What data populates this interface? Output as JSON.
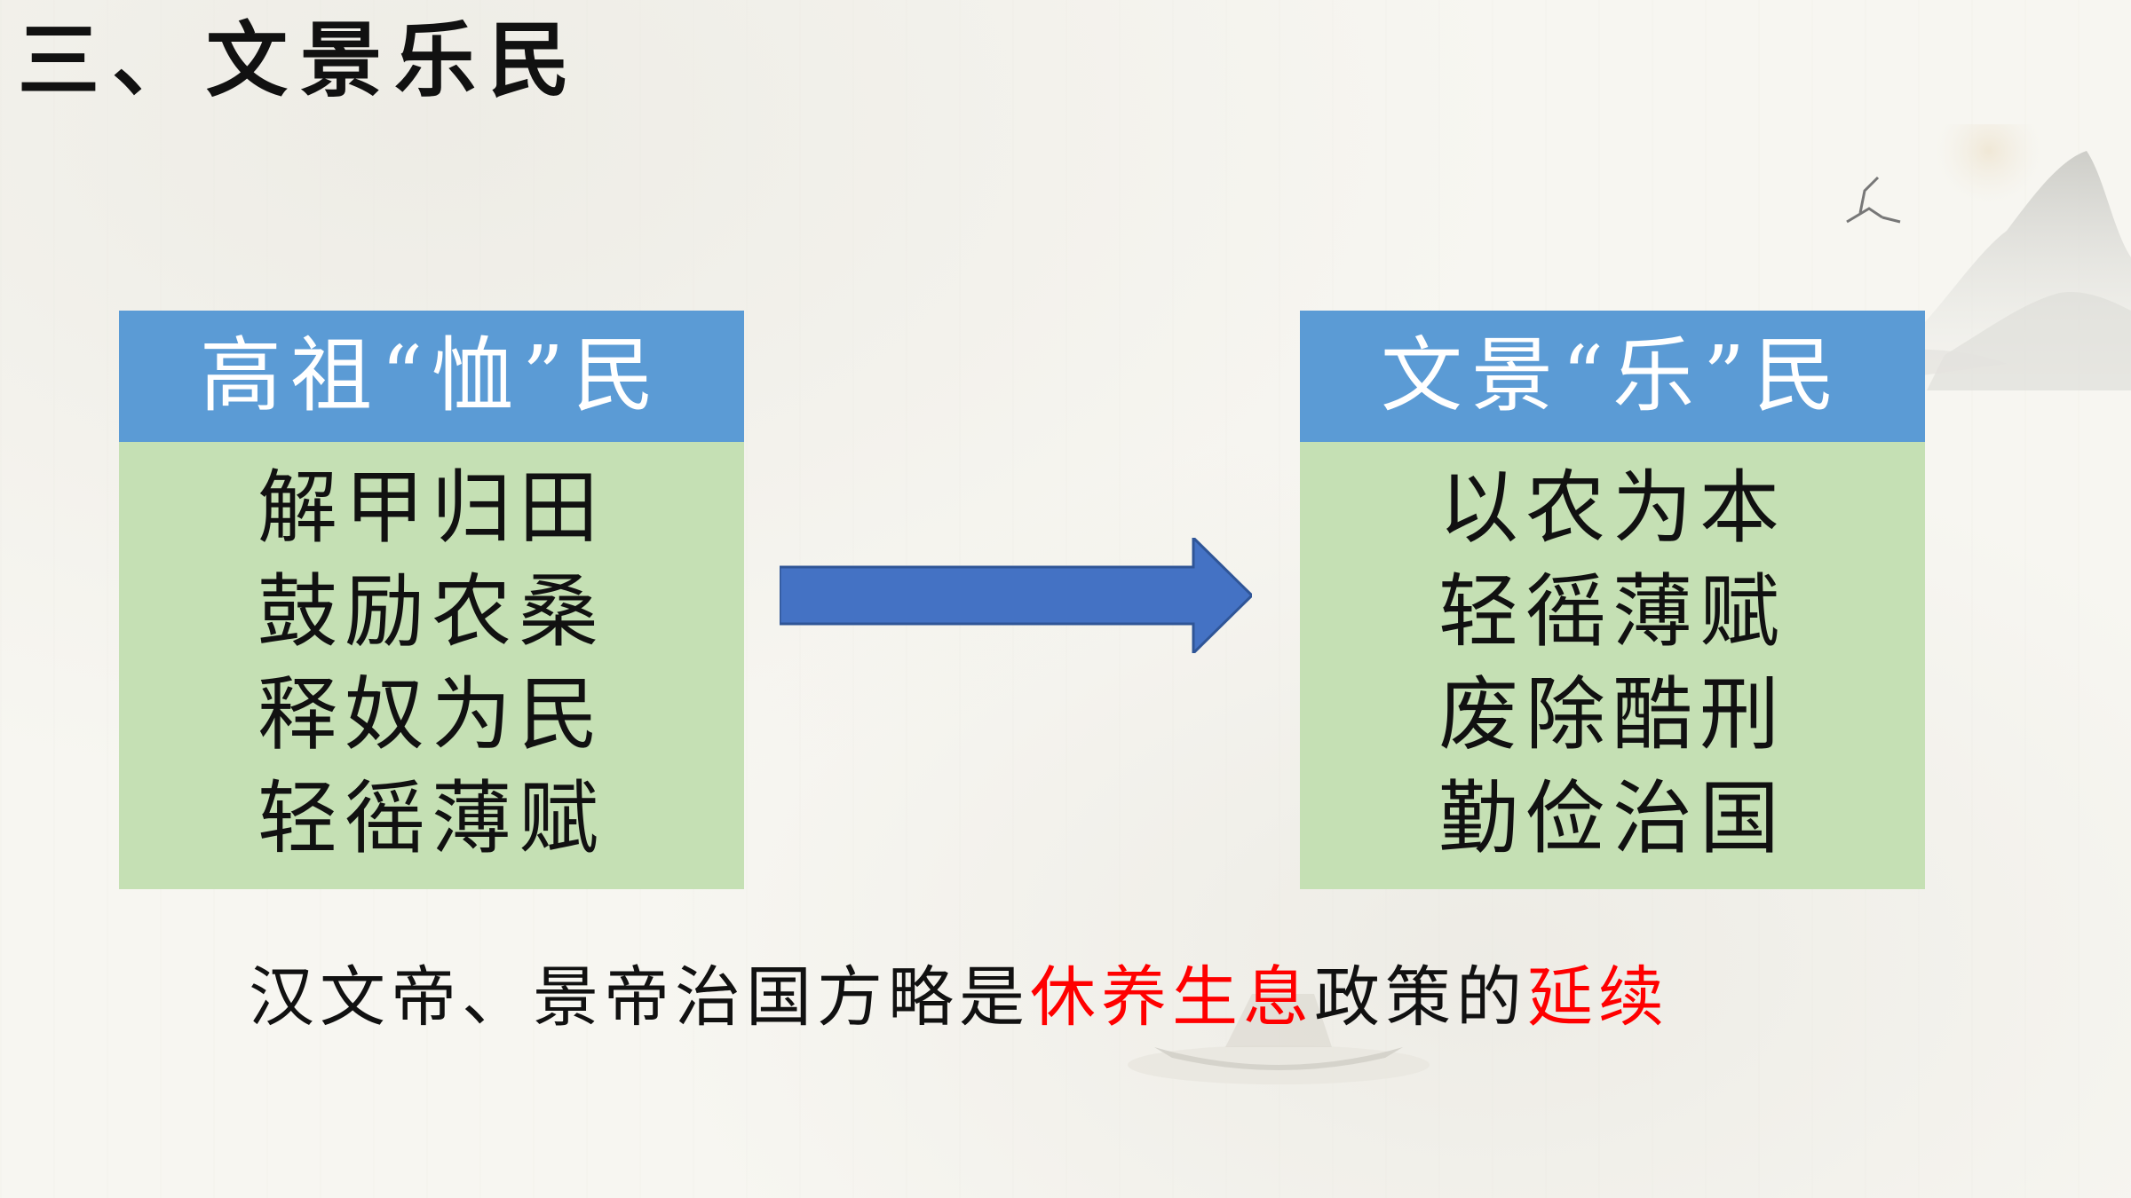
{
  "title": "三、文景乐民",
  "left_panel": {
    "header": "高祖“恤”民",
    "items": [
      "解甲归田",
      "鼓励农桑",
      "释奴为民",
      "轻徭薄赋"
    ]
  },
  "right_panel": {
    "header": "文景“乐”民",
    "items": [
      "以农为本",
      "轻徭薄赋",
      "废除酷刑",
      "勤俭治国"
    ]
  },
  "summary": {
    "part1": "汉文帝、景帝治国方略是",
    "highlight1": "休养生息",
    "part2": "政策的",
    "highlight2": "延续"
  },
  "colors": {
    "header_blue": "#5b9bd5",
    "body_green": "#c5e0b4",
    "arrow_blue": "#4472c4",
    "highlight_red": "#ff0000"
  },
  "icons": {
    "arrow": "right-arrow-icon"
  }
}
